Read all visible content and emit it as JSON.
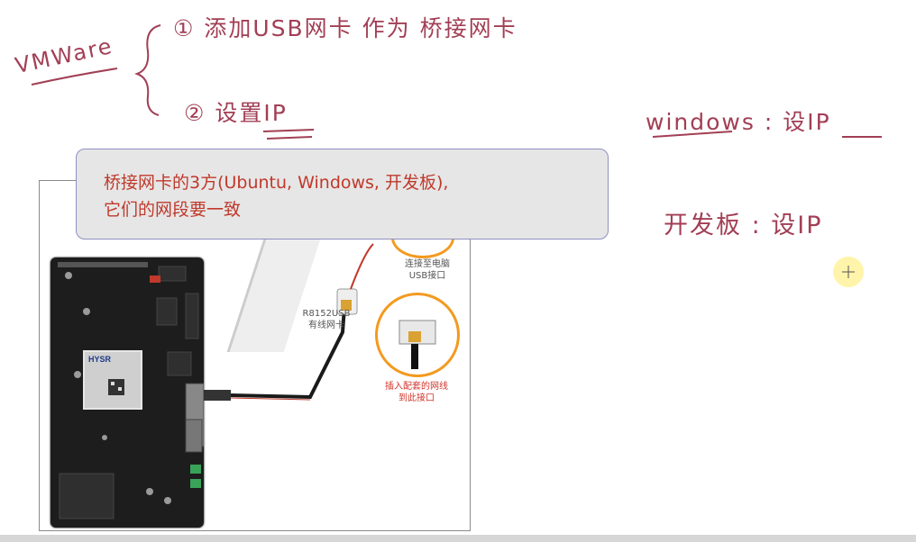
{
  "callout": {
    "line1": "桥接网卡的3方(Ubuntu, Windows, 开发板),",
    "line2": "它们的网段要一致"
  },
  "notes": {
    "vmware": "VMWare",
    "step1": "① 添加USB网卡 作为 桥接网卡",
    "step2": "② 设置IP",
    "windows": "windows : 设IP",
    "board": "开发板 : 设IP"
  },
  "figure": {
    "module_brand": "HYSR",
    "usb_caption": "连接至电脑\nUSB接口",
    "card_caption": "R8152USB\n有线网卡",
    "port_caption": "插入配套的网线\n到此接口"
  },
  "colors": {
    "ink": "#a23f55",
    "callout_text": "#c0392b",
    "callout_bg": "#e6e6e6",
    "highlight": "#f39a1f"
  }
}
